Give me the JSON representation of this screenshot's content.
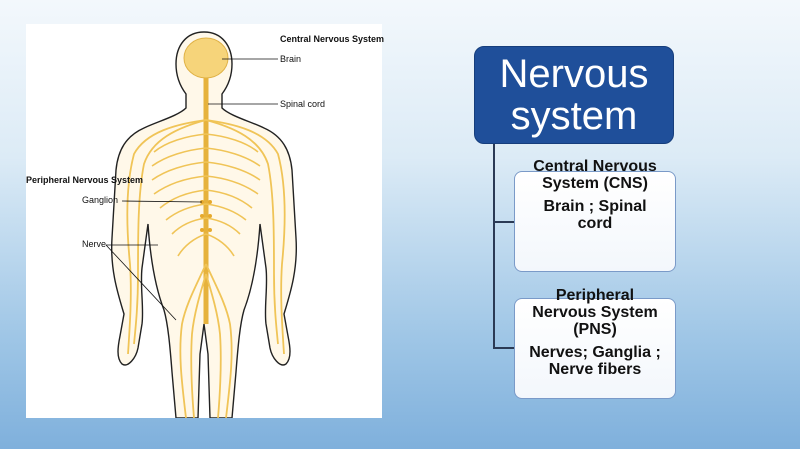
{
  "figure": {
    "labels": {
      "cns": "Central Nervous System",
      "brain": "Brain",
      "spinal": "Spinal cord",
      "pns": "Peripheral Nervous System",
      "ganglion": "Ganglion",
      "nerve": "Nerve"
    }
  },
  "chart": {
    "root": "Nervous system",
    "children": [
      {
        "title": "Central Nervous System (CNS)",
        "detail": "Brain ; Spinal cord"
      },
      {
        "title": "Peripheral Nervous System (PNS)",
        "detail": "Nerves; Ganglia ; Nerve fibers"
      }
    ]
  },
  "colors": {
    "root_fill": "#1f4f9a",
    "nerve": "#f2c94c",
    "skin": "#fdf3dc"
  }
}
